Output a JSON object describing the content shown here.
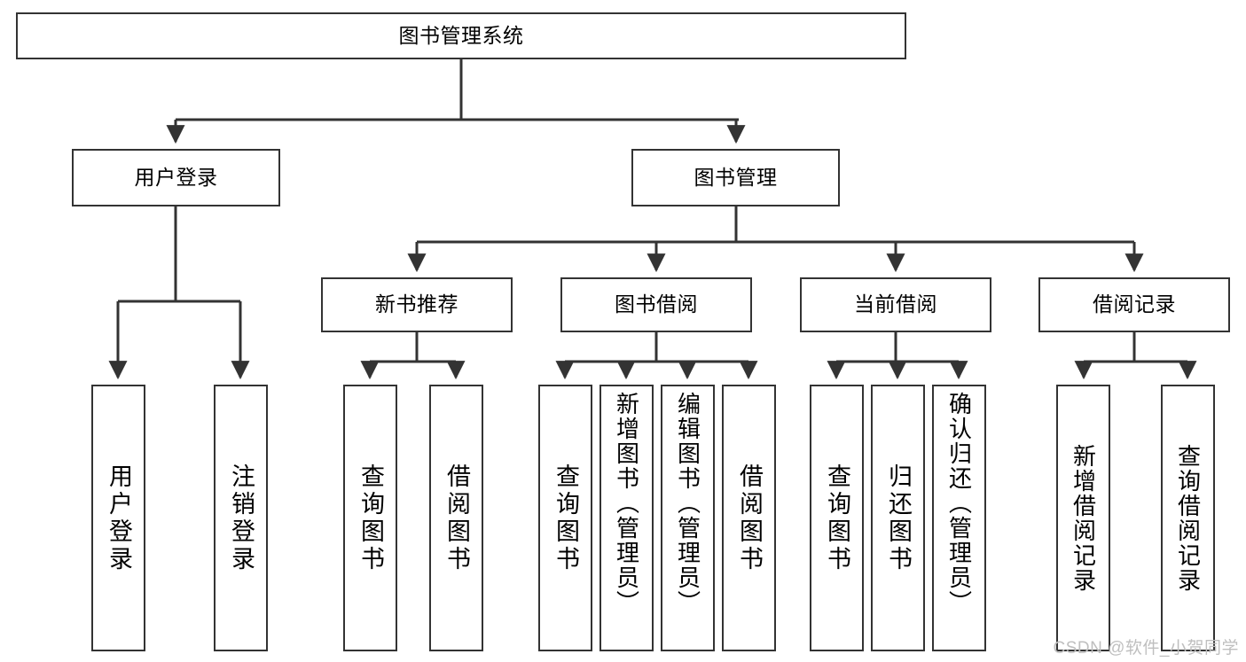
{
  "diagram": {
    "title": "图书管理系统",
    "type": "hierarchy-tree",
    "watermark": "CSDN @软件_小贺同学",
    "colors": {
      "stroke": "#333333",
      "fill": "#ffffff",
      "text": "#000000",
      "watermark": "#bfbfbf"
    },
    "levels": {
      "root": {
        "label": "图书管理系统"
      },
      "level2": [
        {
          "id": "user-login",
          "label": "用户登录"
        },
        {
          "id": "book-management",
          "label": "图书管理"
        }
      ],
      "level3": [
        {
          "id": "new-book-recommend",
          "label": "新书推荐",
          "parent": "book-management"
        },
        {
          "id": "book-borrow",
          "label": "图书借阅",
          "parent": "book-management"
        },
        {
          "id": "current-borrow",
          "label": "当前借阅",
          "parent": "book-management"
        },
        {
          "id": "borrow-record",
          "label": "借阅记录",
          "parent": "book-management"
        }
      ],
      "leaves": [
        {
          "id": "leaf-user-login",
          "label": "用户登录",
          "parent": "user-login"
        },
        {
          "id": "leaf-logout",
          "label": "注销登录",
          "parent": "user-login"
        },
        {
          "id": "leaf-query-book-1",
          "label": "查询图书",
          "parent": "new-book-recommend"
        },
        {
          "id": "leaf-borrow-book-1",
          "label": "借阅图书",
          "parent": "new-book-recommend"
        },
        {
          "id": "leaf-query-book-2",
          "label": "查询图书",
          "parent": "book-borrow"
        },
        {
          "id": "leaf-add-book",
          "label": "新增图书（管理员）",
          "parent": "book-borrow"
        },
        {
          "id": "leaf-edit-book",
          "label": "编辑图书（管理员）",
          "parent": "book-borrow"
        },
        {
          "id": "leaf-borrow-book-2",
          "label": "借阅图书",
          "parent": "book-borrow"
        },
        {
          "id": "leaf-query-book-3",
          "label": "查询图书",
          "parent": "current-borrow"
        },
        {
          "id": "leaf-return-book",
          "label": "归还图书",
          "parent": "current-borrow"
        },
        {
          "id": "leaf-confirm-return",
          "label": "确认归还（管理员）",
          "parent": "current-borrow"
        },
        {
          "id": "leaf-add-record",
          "label": "新增借阅记录",
          "parent": "borrow-record"
        },
        {
          "id": "leaf-query-record",
          "label": "查询借阅记录",
          "parent": "borrow-record"
        }
      ]
    }
  }
}
